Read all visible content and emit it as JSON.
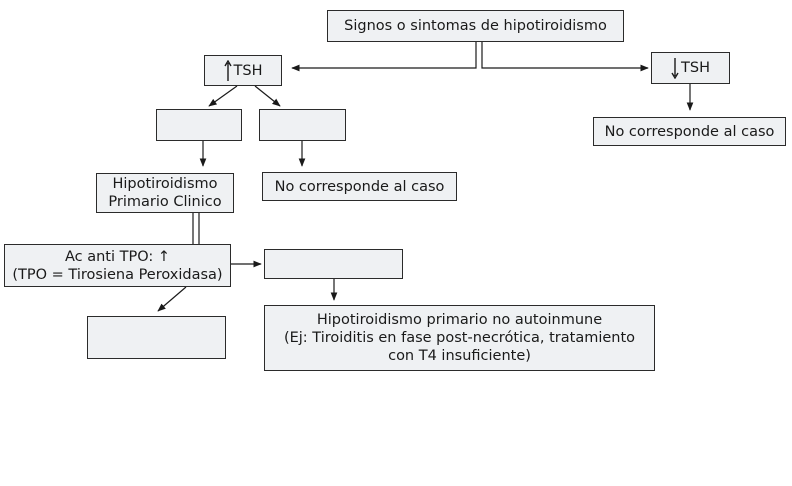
{
  "diagram": {
    "root": "Signos o sintomas de hipotiroidismo",
    "tsh_high": {
      "label": "TSH",
      "arrow": "up"
    },
    "tsh_low": {
      "label": "TSH",
      "arrow": "down"
    },
    "no_corresponde_right": "No corresponde al caso",
    "no_corresponde_mid": "No corresponde al caso",
    "hipo_clinico": [
      "Hipotiroidismo",
      "Primario Clinico"
    ],
    "ac_anti_tpo": [
      "Ac anti TPO: ↑",
      "(TPO = Tirosiena Peroxidasa)"
    ],
    "no_autoinmune": [
      "Hipotiroidismo primario no autoinmune",
      "(Ej: Tiroiditis en fase post-necrótica, tratamiento",
      "con T4 insuficiente)"
    ],
    "empty_box_a": "",
    "empty_box_b": "",
    "empty_box_c": "",
    "empty_box_d": ""
  },
  "colors": {
    "box_fill": "#eff1f3",
    "border": "#2b2b2b"
  }
}
